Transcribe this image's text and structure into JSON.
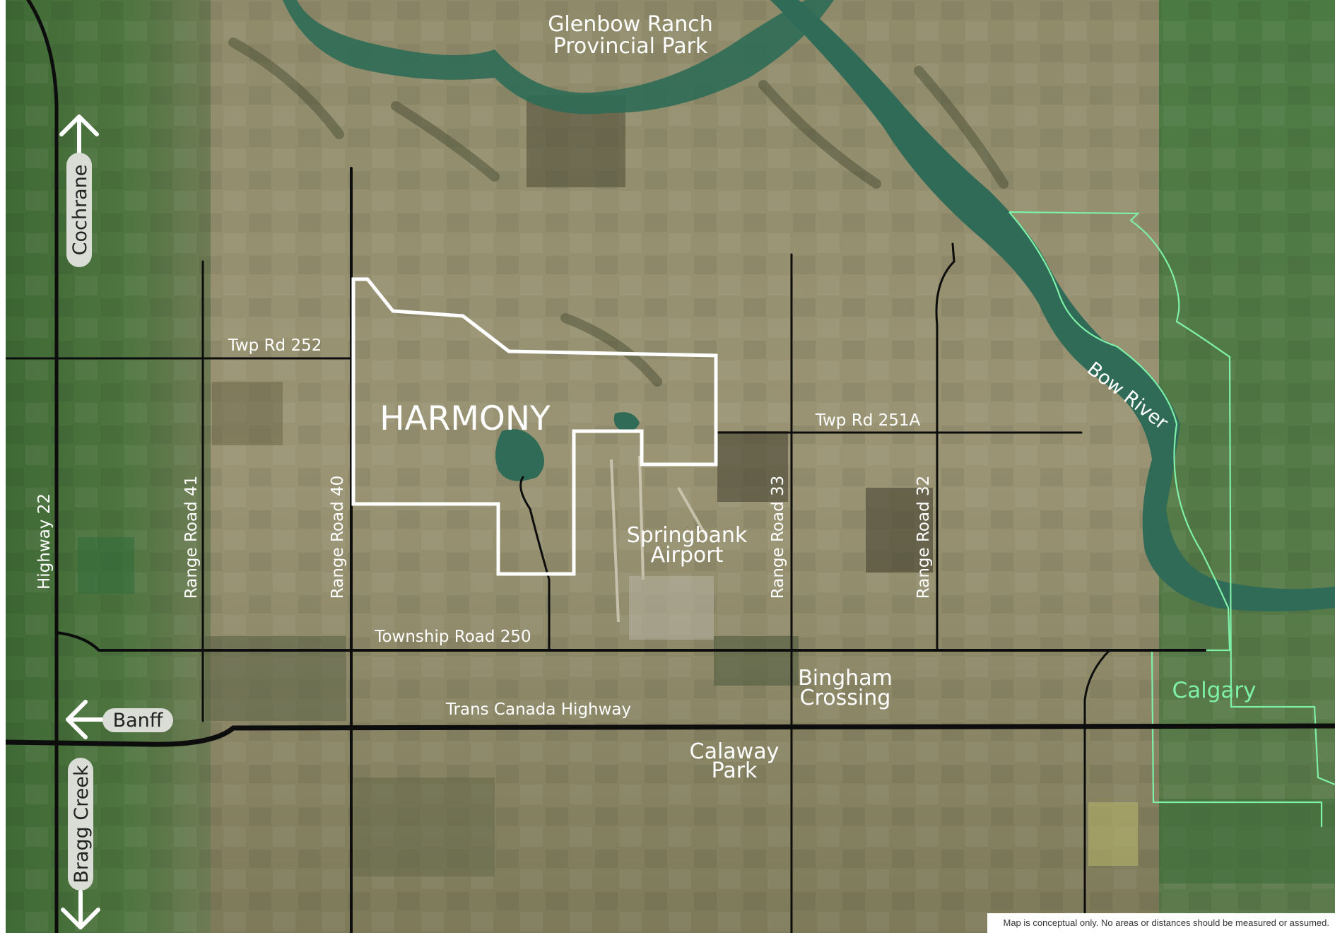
{
  "map": {
    "places": {
      "glenbow_line1": "Glenbow Ranch",
      "glenbow_line2": "Provincial Park",
      "harmony": "HARMONY",
      "springbank_line1": "Springbank",
      "springbank_line2": "Airport",
      "bingham_line1": "Bingham",
      "bingham_line2": "Crossing",
      "calaway_line1": "Calaway",
      "calaway_line2": "Park",
      "calgary": "Calgary",
      "bow_river": "Bow River"
    },
    "roads": {
      "twp_252": "Twp Rd 252",
      "twp_251a": "Twp Rd 251A",
      "township_250": "Township Road 250",
      "trans_canada": "Trans Canada Highway",
      "highway_22": "Highway 22",
      "range_41": "Range Road 41",
      "range_40": "Range Road 40",
      "range_33": "Range Road 33",
      "range_32": "Range Road 32"
    },
    "directions": {
      "cochrane": "Cochrane",
      "banff": "Banff",
      "bragg_creek": "Bragg Creek"
    },
    "colors": {
      "boundary": "#ffffff",
      "calgary_boundary": "#7ef0a8",
      "river": "#2f6b57",
      "roads": "#0d0d0d"
    },
    "disclaimer": "Map is conceptual only. No areas or distances should be measured or assumed."
  }
}
